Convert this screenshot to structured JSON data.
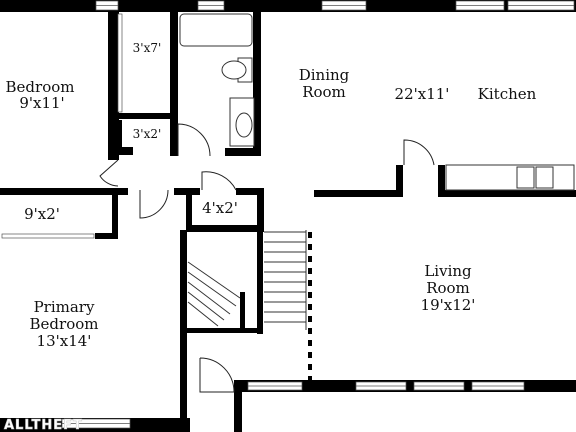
{
  "floorplan": {
    "rooms": {
      "bedroom": {
        "name": "Bedroom",
        "size": "9'x11'"
      },
      "closet_3x7": {
        "size": "3'x7'"
      },
      "closet_3x2": {
        "size": "3'x2'"
      },
      "dining": {
        "name_line1": "Dining",
        "name_line2": "Room"
      },
      "dining_kitchen_size": {
        "size": "22'x11'"
      },
      "kitchen": {
        "name": "Kitchen"
      },
      "closet_9x2": {
        "size": "9'x2'"
      },
      "closet_4x2": {
        "size": "4'x2'"
      },
      "living": {
        "name_line1": "Living",
        "name_line2": "Room",
        "size": "19'x12'"
      },
      "primary": {
        "name_line1": "Primary",
        "name_line2": "Bedroom",
        "size": "13'x14'"
      }
    },
    "watermark": "ALLTHEFT"
  },
  "colors": {
    "wall": "#000000",
    "background": "#ffffff",
    "fixture_stroke": "#333333"
  }
}
